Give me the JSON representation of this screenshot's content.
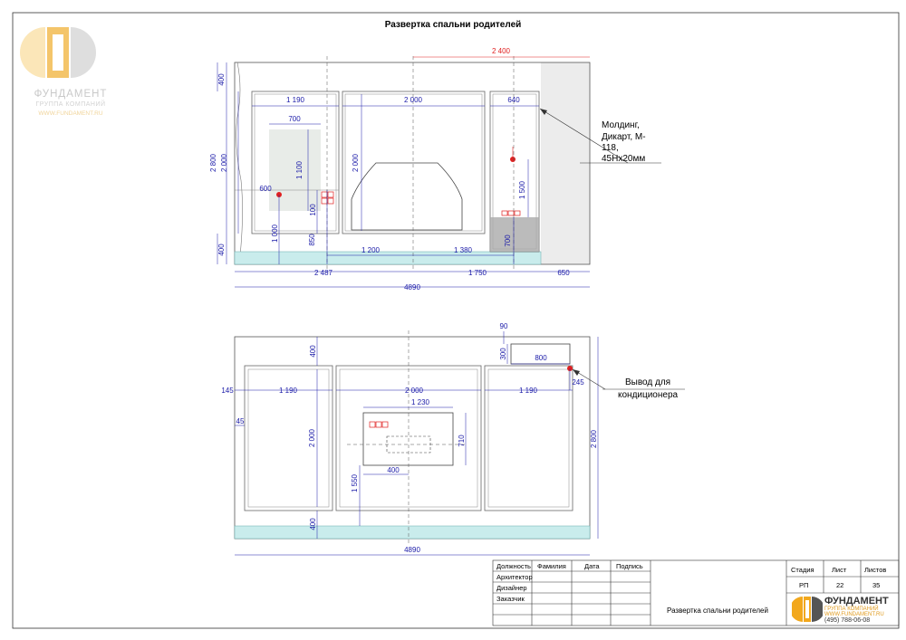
{
  "title": "Развертка спальни родителей",
  "watermark": {
    "company": "ФУНДАМЕНТ",
    "group": "ГРУППА КОМПАНИЙ",
    "site": "WWW.FUNDAMENT.RU"
  },
  "elevation": {
    "dims": {
      "top_red": "2 400",
      "h400_top": "400",
      "h2800": "2 800",
      "h2000": "2 000",
      "h400_bot": "400",
      "w1190": "1 190",
      "w2000": "2 000",
      "w640": "640",
      "w700": "700",
      "h1100": "1 100",
      "d600": "600",
      "h100": "100",
      "h1000": "1 000",
      "h850": "850",
      "h2000_c": "2 000",
      "w1200": "1 200",
      "w1380": "1 380",
      "h1500": "1 500",
      "h700": "700",
      "b2487": "2 487",
      "b1750": "1 750",
      "b650": "650",
      "total": "4890"
    },
    "callout": [
      "Молдинг,",
      "Дикарт, М-",
      "118,",
      "45Нх20мм"
    ]
  },
  "plan": {
    "dims": {
      "d90": "90",
      "h400": "400",
      "d300": "300",
      "w800": "800",
      "d145": "145",
      "w1190_l": "1 190",
      "w2000": "2 000",
      "w1190_r": "1 190",
      "d245": "245",
      "w1230": "1 230",
      "d45": "45",
      "h2000": "2 000",
      "h710": "710",
      "w400": "400",
      "h1550": "1 550",
      "h400_b": "400",
      "h2800": "2 800",
      "total": "4890"
    },
    "callout": [
      "Вывод для",
      "кондиционера"
    ]
  },
  "title_block": {
    "headers": [
      "Должность",
      "Фамилия",
      "Дата",
      "Подпись"
    ],
    "roles": [
      "Архитектор",
      "Дизайнер",
      "Заказчик"
    ],
    "stage_label": "Стадия",
    "sheet_label": "Лист",
    "sheets_label": "Листов",
    "stage": "РП",
    "sheet": "22",
    "sheets": "35",
    "drawing_name": "Развертка спальни родителей"
  },
  "brand": {
    "name": "ФУНДАМЕНТ",
    "group": "ГРУППА КОМПАНИЙ",
    "site": "WWW.FUNDAMENT.RU",
    "phone": "(495) 788-06-08"
  },
  "colors": {
    "dim": "#1a1aa8",
    "red": "#e02020",
    "floor": "#c9ecec",
    "wall": "#ececec",
    "orange": "#f2a81d"
  }
}
